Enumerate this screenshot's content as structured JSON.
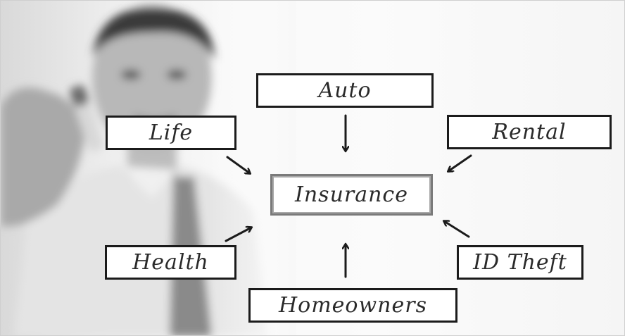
{
  "diagram": {
    "center": "Insurance",
    "nodes": {
      "auto": "Auto",
      "life": "Life",
      "rental": "Rental",
      "health": "Health",
      "id_theft": "ID Theft",
      "homeowners": "Homeowners"
    }
  },
  "colors": {
    "box_border": "#1b1b1b",
    "center_border": "#7a7a7a",
    "text": "#2a2a2a"
  }
}
